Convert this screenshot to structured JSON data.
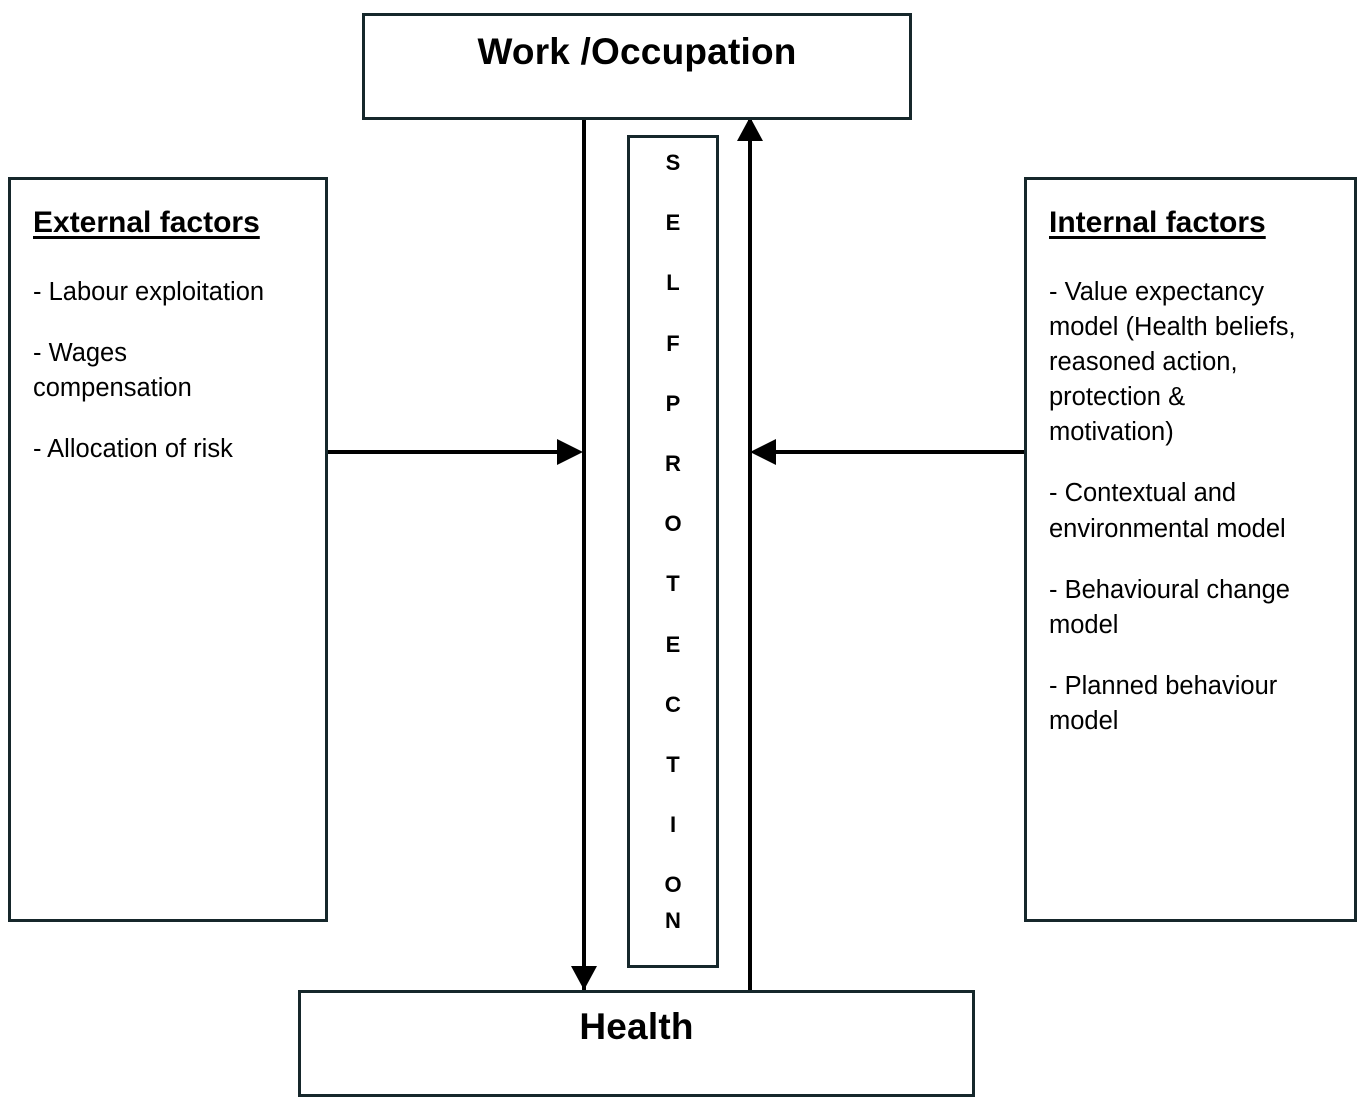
{
  "diagram": {
    "top_node": {
      "label": "Work /Occupation"
    },
    "bottom_node": {
      "label": "Health"
    },
    "center_column": {
      "text": "SELF PROTECTION",
      "letters": [
        "S",
        "E",
        "L",
        "F",
        "P",
        "R",
        "O",
        "T",
        "E",
        "C",
        "T",
        "I",
        "O",
        "N"
      ]
    },
    "left_panel": {
      "heading": "External factors",
      "items": [
        "- Labour exploitation",
        "- Wages\ncompensation",
        "- Allocation of risk"
      ]
    },
    "right_panel": {
      "heading": "Internal factors",
      "items": [
        "- Value expectancy\nmodel (Health beliefs,\nreasoned action,\nprotection &\nmotivation)",
        "- Contextual and\nenvironmental model",
        "- Behavioural change\nmodel",
        "- Planned behaviour\nmodel"
      ]
    },
    "connectors": [
      {
        "name": "work-to-health",
        "from": "Work /Occupation",
        "to": "Health",
        "direction": "down"
      },
      {
        "name": "health-to-work",
        "from": "Health",
        "to": "Work /Occupation",
        "direction": "up"
      },
      {
        "name": "external-to-center",
        "from": "External factors",
        "to": "SELF PROTECTION",
        "direction": "right"
      },
      {
        "name": "internal-to-center",
        "from": "Internal factors",
        "to": "SELF PROTECTION",
        "direction": "left"
      }
    ],
    "colors": {
      "stroke": "#16272b",
      "arrow": "#000000",
      "background": "#ffffff",
      "text": "#000000"
    }
  }
}
